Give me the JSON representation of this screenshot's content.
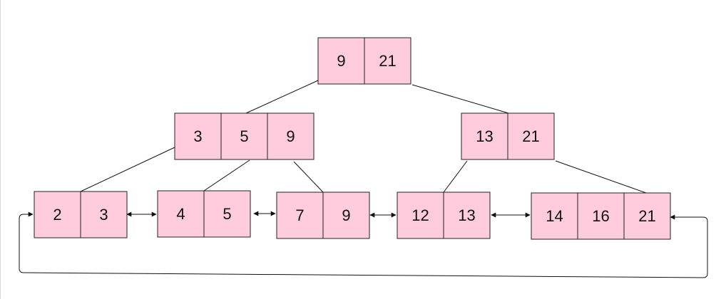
{
  "tree": {
    "root": {
      "keys": [
        "9",
        "21"
      ]
    },
    "internal": [
      {
        "keys": [
          "3",
          "5",
          "9"
        ]
      },
      {
        "keys": [
          "13",
          "21"
        ]
      }
    ],
    "leaves": [
      {
        "keys": [
          "2",
          "3"
        ]
      },
      {
        "keys": [
          "4",
          "5"
        ]
      },
      {
        "keys": [
          "7",
          "9"
        ]
      },
      {
        "keys": [
          "12",
          "13"
        ]
      },
      {
        "keys": [
          "14",
          "16",
          "21"
        ]
      }
    ]
  },
  "colors": {
    "node_fill": "#ffccdd",
    "stroke": "#222222",
    "line": "#111111",
    "background": "#ffffff"
  }
}
